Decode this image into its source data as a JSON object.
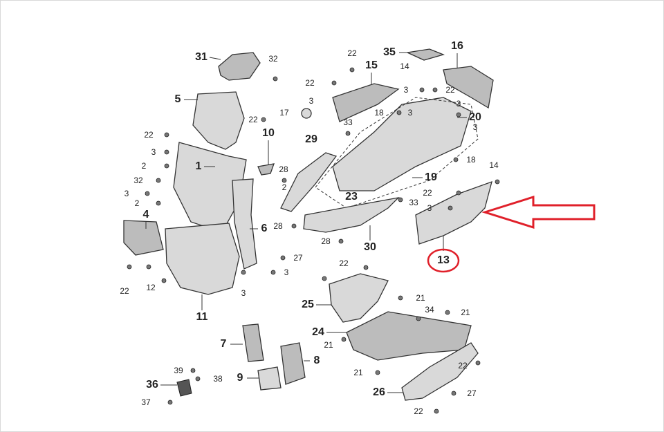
{
  "diagram": {
    "title": "Scooter body panel exploded parts diagram",
    "highlight_color": "#e0202a",
    "highlighted_part": "13",
    "callouts_large": [
      "31",
      "5",
      "1",
      "4",
      "6",
      "11",
      "10",
      "29",
      "15",
      "35",
      "16",
      "20",
      "19",
      "23",
      "30",
      "13",
      "25",
      "24",
      "7",
      "8",
      "9",
      "36",
      "26"
    ],
    "callouts_small": [
      "32",
      "22",
      "14",
      "22",
      "3",
      "3",
      "22",
      "3",
      "18",
      "3",
      "17",
      "33",
      "3",
      "22",
      "22",
      "3",
      "2",
      "32",
      "3",
      "2",
      "28",
      "2",
      "18",
      "14",
      "22",
      "3",
      "33",
      "28",
      "28",
      "27",
      "22",
      "12",
      "3",
      "3",
      "22",
      "21",
      "34",
      "21",
      "21",
      "21",
      "22",
      "27",
      "22",
      "39",
      "38",
      "37"
    ]
  }
}
